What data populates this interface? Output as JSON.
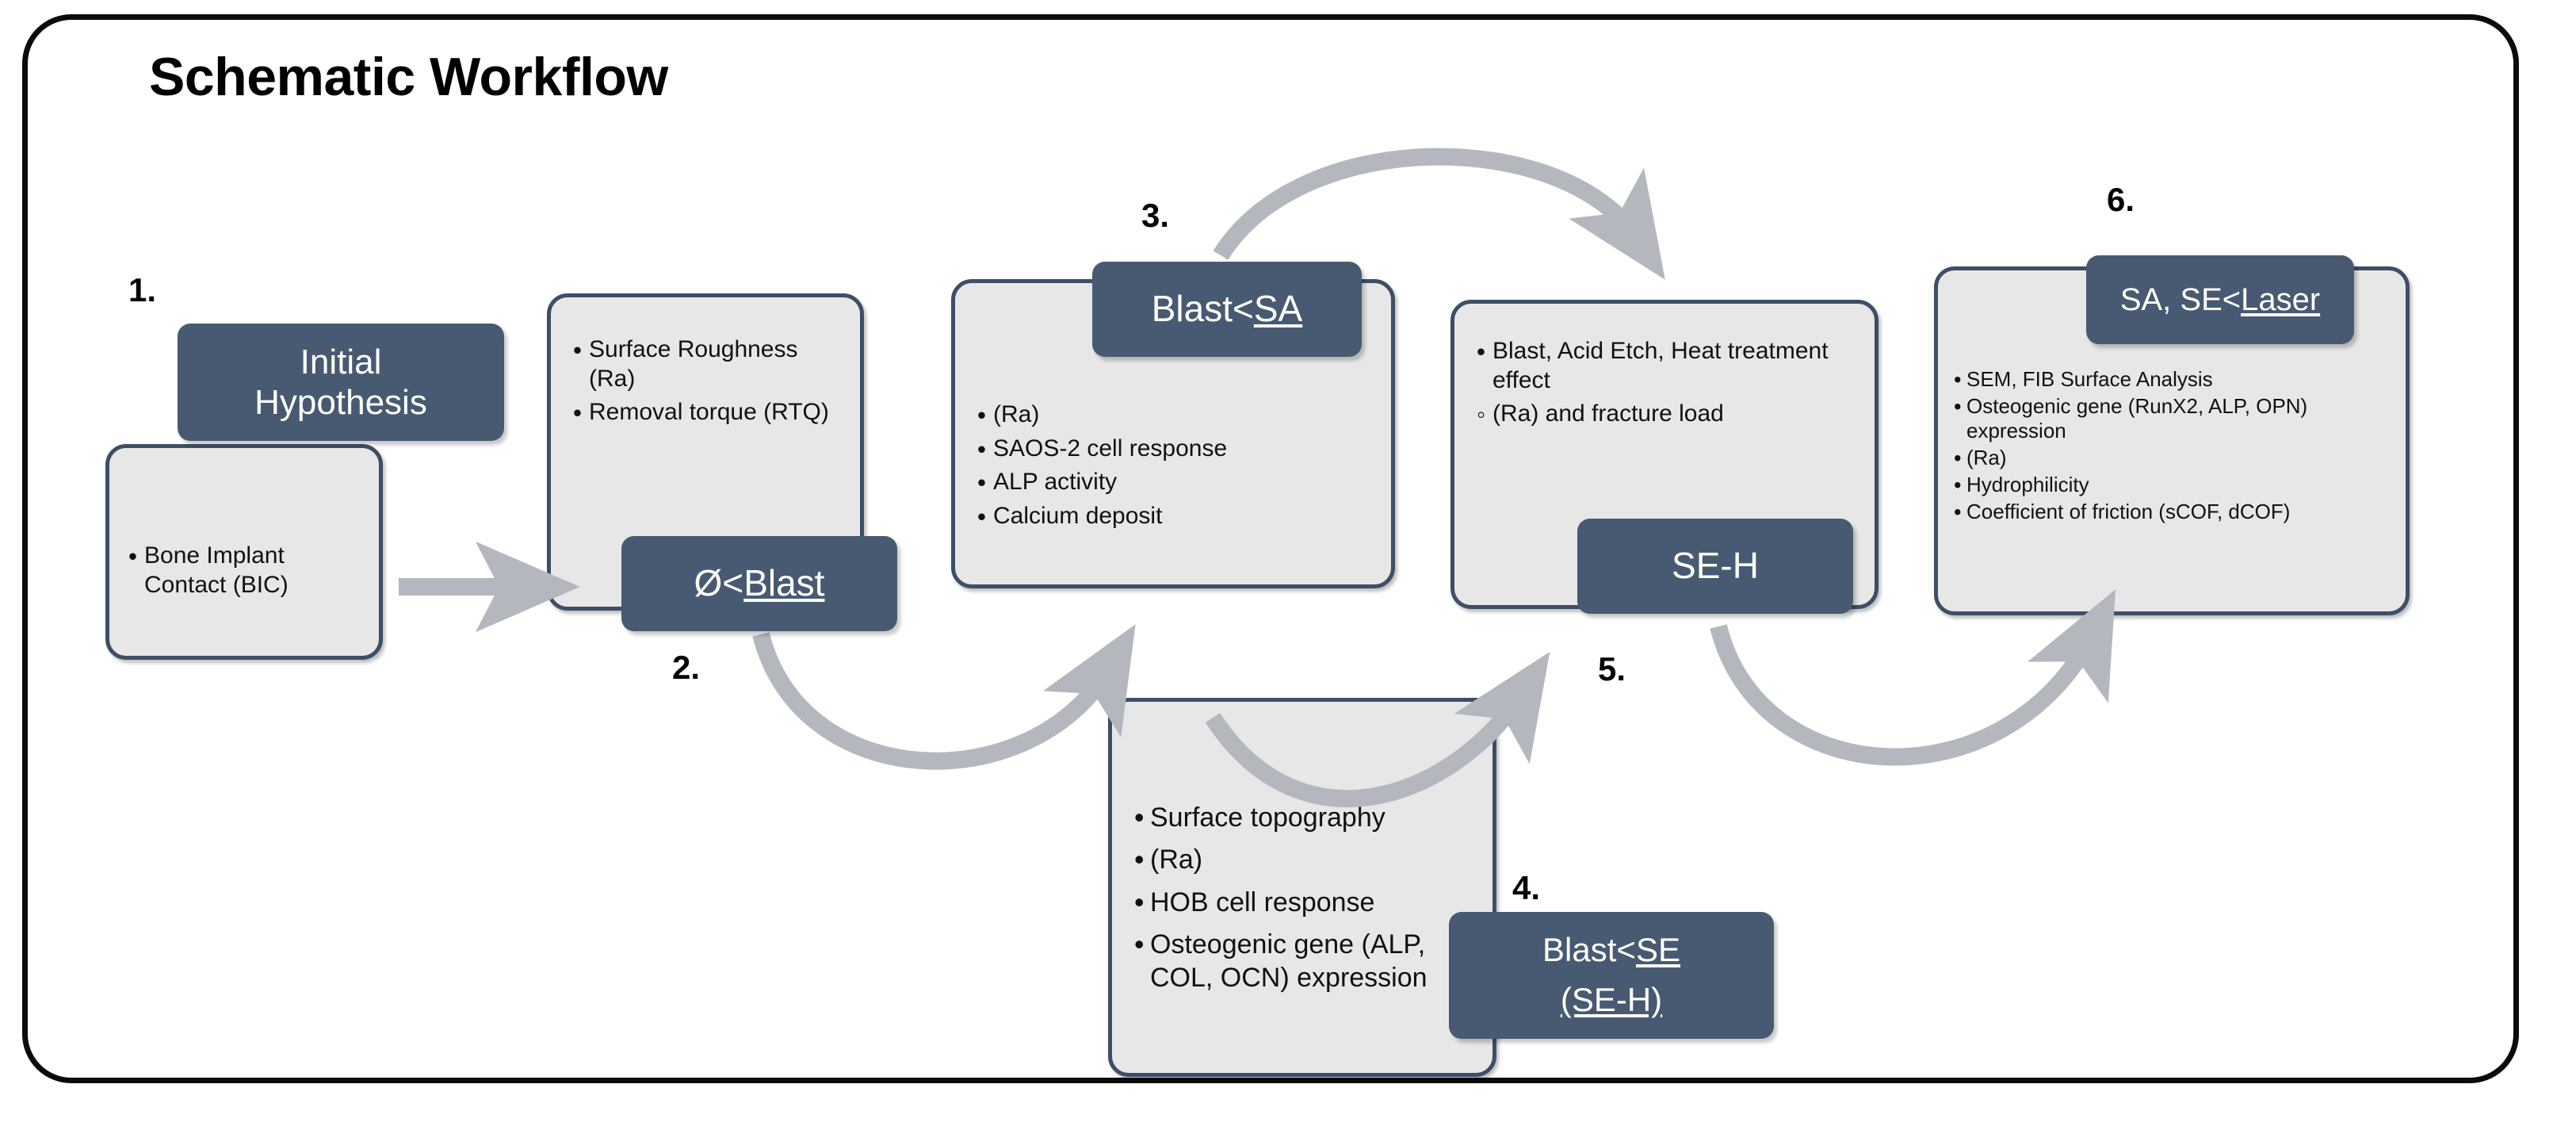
{
  "title": "Schematic Workflow",
  "colors": {
    "chip_fill": "#475A71",
    "box_fill": "#E8E7E8",
    "box_border": "#3D4F66",
    "arrow": "#B4B8BE",
    "frame": "#000000"
  },
  "steps": {
    "s1": "1.",
    "s2": "2.",
    "s3": "3.",
    "s4": "4.",
    "s5": "5.",
    "s6": "6."
  },
  "chips": {
    "chip1_line1": "Initial",
    "chip1_line2": "Hypothesis",
    "chip2_plain": "Ø<",
    "chip2_underline": "Blast",
    "chip3_plain": "Blast<",
    "chip3_underline": "SA",
    "chip4_line1_plain": "Blast<",
    "chip4_line1_underline": "SE",
    "chip4_line2_underline": "(SE-H)",
    "chip5_text": "SE-H",
    "chip6_plain": "SA, SE<",
    "chip6_underline": "Laser"
  },
  "boxes": {
    "box1": {
      "bullets": [
        "Bone Implant Contact (BIC)"
      ]
    },
    "box2": {
      "bullets": [
        "Surface Roughness (Ra)",
        "Removal torque (RTQ)"
      ]
    },
    "box3": {
      "bullets": [
        "(Ra)",
        "SAOS-2 cell response",
        "ALP activity",
        "Calcium deposit"
      ]
    },
    "box4": {
      "bullets": [
        "Surface topography",
        "(Ra)",
        "HOB cell response",
        "Osteogenic gene (ALP, COL, OCN) expression"
      ]
    },
    "box5": {
      "bullets": [
        "Blast, Acid Etch, Heat treatment effect",
        "(Ra) and fracture load"
      ]
    },
    "box6": {
      "bullets": [
        "SEM, FIB Surface Analysis",
        "Osteogenic gene (RunX2, ALP, OPN) expression",
        "(Ra)",
        "Hydrophilicity",
        "Coefficient of friction (sCOF, dCOF)"
      ]
    }
  }
}
